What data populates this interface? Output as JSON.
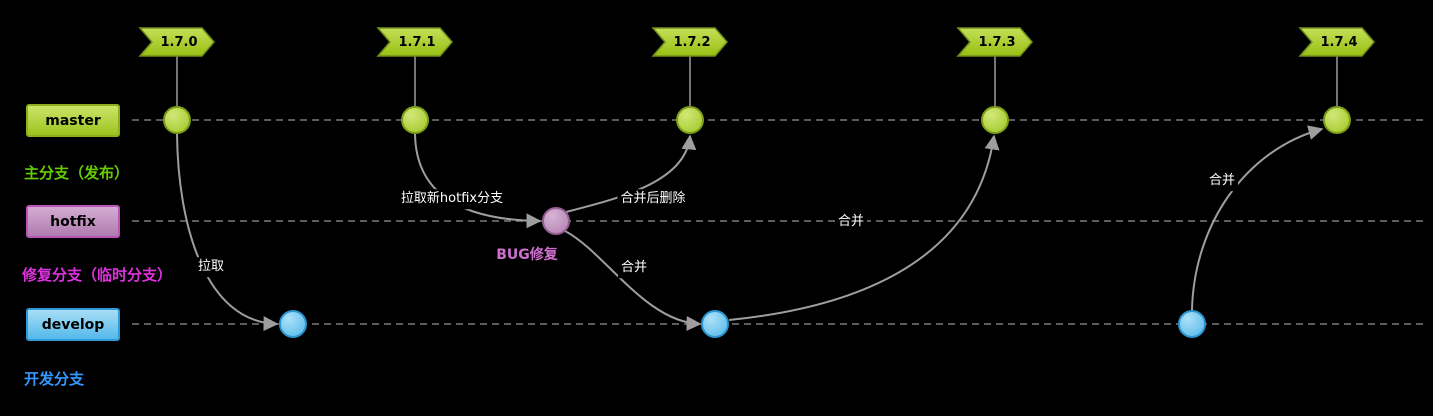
{
  "diagram_title": "git-release-branching-flow",
  "branches": [
    {
      "id": "master",
      "label": "master",
      "desc": "主分支（发布）"
    },
    {
      "id": "hotfix",
      "label": "hotfix",
      "desc": "修复分支（临时分支）"
    },
    {
      "id": "develop",
      "label": "develop",
      "desc": "开发分支"
    }
  ],
  "tags": [
    {
      "label": "1.7.0"
    },
    {
      "label": "1.7.1"
    },
    {
      "label": "1.7.2"
    },
    {
      "label": "1.7.3"
    },
    {
      "label": "1.7.4"
    }
  ],
  "edge_labels": {
    "pull": "拉取",
    "pull_hotfix": "拉取新hotfix分支",
    "merge_after_delete": "合并后删除",
    "merge_to_develop": "合并",
    "merge_to_master_173": "合并",
    "merge_to_master_174": "合并"
  },
  "annotations": {
    "bugfix": "BUG修复"
  },
  "colors": {
    "background": "#000000",
    "master_node": "#9cc41f",
    "hotfix_node": "#b07cae",
    "develop_node": "#4cb5e9",
    "master_desc_text": "#66cc00",
    "hotfix_desc_text": "#dd33dd",
    "develop_desc_text": "#3399ff",
    "bugfix_text": "#cf6fcf",
    "edge": "#9e9e9e",
    "edge_label_text": "#ffffff"
  }
}
